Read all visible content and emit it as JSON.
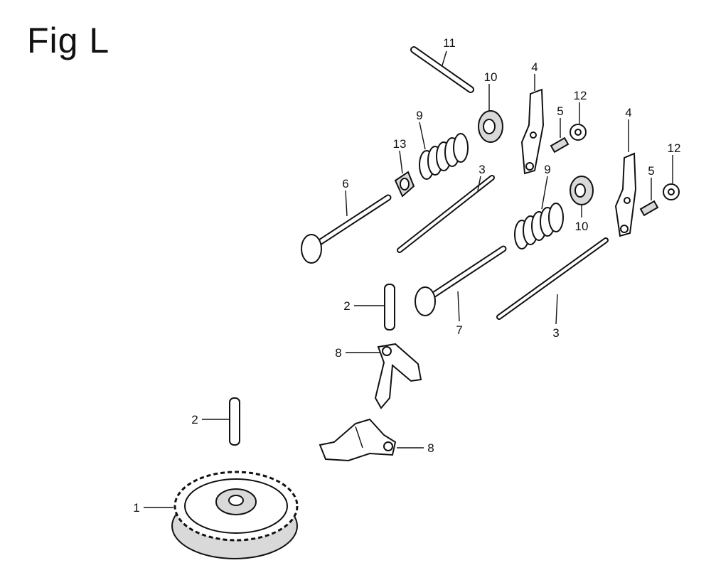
{
  "title": "Fig L",
  "callouts": [
    {
      "id": "c11",
      "label": "11"
    },
    {
      "id": "c10a",
      "label": "10"
    },
    {
      "id": "c4a",
      "label": "4"
    },
    {
      "id": "c5a",
      "label": "5"
    },
    {
      "id": "c12a",
      "label": "12"
    },
    {
      "id": "c9a",
      "label": "9"
    },
    {
      "id": "c13",
      "label": "13"
    },
    {
      "id": "c3a",
      "label": "3"
    },
    {
      "id": "c6",
      "label": "6"
    },
    {
      "id": "c4b",
      "label": "4"
    },
    {
      "id": "c12b",
      "label": "12"
    },
    {
      "id": "c5b",
      "label": "5"
    },
    {
      "id": "c9b",
      "label": "9"
    },
    {
      "id": "c10b",
      "label": "10"
    },
    {
      "id": "c2a",
      "label": "2"
    },
    {
      "id": "c7",
      "label": "7"
    },
    {
      "id": "c3b",
      "label": "3"
    },
    {
      "id": "c8a",
      "label": "8"
    },
    {
      "id": "c2b",
      "label": "2"
    },
    {
      "id": "c8b",
      "label": "8"
    },
    {
      "id": "c1",
      "label": "1"
    }
  ]
}
